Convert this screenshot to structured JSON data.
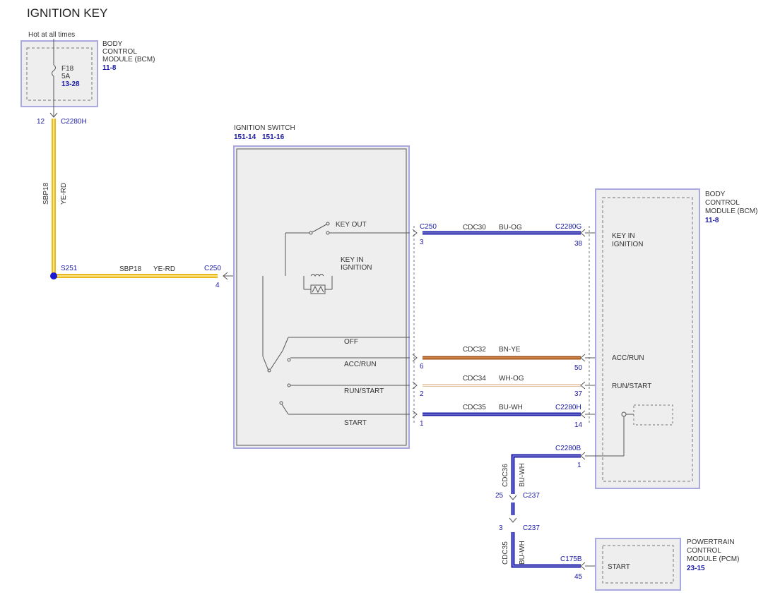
{
  "title": "IGNITION KEY",
  "hot_label": "Hot at all times",
  "bcm_top": {
    "line1": "BODY",
    "line2": "CONTROL",
    "line3": "MODULE (BCM)",
    "ref": "11-8"
  },
  "fuse": {
    "name": "F18",
    "rating": "5A",
    "ref": "13-28"
  },
  "c2280h_top": {
    "pin": "12",
    "conn": "C2280H"
  },
  "sbp18_vertical": {
    "circuit": "SBP18",
    "color": "YE-RD"
  },
  "splice": {
    "name": "S251"
  },
  "sbp18_horizontal": {
    "circuit": "SBP18",
    "color": "YE-RD",
    "conn": "C250",
    "pin": "4"
  },
  "ignition_switch": {
    "name": "IGNITION SWITCH",
    "ref1": "151-14",
    "ref2": "151-16"
  },
  "switch_labels": {
    "key_out": "KEY OUT",
    "key_in_1": "KEY IN",
    "key_in_2": "IGNITION",
    "off": "OFF",
    "acc_run": "ACC/RUN",
    "run_start": "RUN/START",
    "start": "START"
  },
  "wires": {
    "cdc30": {
      "circuit": "CDC30",
      "color": "BU-OG",
      "left_conn": "C250",
      "left_pin": "3",
      "right_conn": "C2280G",
      "right_pin": "38"
    },
    "cdc32": {
      "circuit": "CDC32",
      "color": "BN-YE",
      "left_pin": "6",
      "right_pin": "50"
    },
    "cdc34": {
      "circuit": "CDC34",
      "color": "WH-OG",
      "left_pin": "2",
      "right_pin": "37"
    },
    "cdc35": {
      "circuit": "CDC35",
      "color": "BU-WH",
      "left_pin": "1",
      "right_conn": "C2280H",
      "right_pin": "14"
    }
  },
  "bcm_right": {
    "line1": "BODY",
    "line2": "CONTROL",
    "line3": "MODULE (BCM)",
    "ref": "11-8",
    "key_in_1": "KEY IN",
    "key_in_2": "IGNITION",
    "acc_run": "ACC/RUN",
    "run_start": "RUN/START"
  },
  "c2280b": {
    "conn": "C2280B",
    "pin": "1"
  },
  "vert_wire_upper": {
    "circuit": "CDC36",
    "color": "BU-WH"
  },
  "c237_upper": {
    "pin": "25",
    "conn": "C237"
  },
  "c237_lower": {
    "pin": "3",
    "conn": "C237"
  },
  "vert_wire_lower": {
    "circuit": "CDC35",
    "color": "BU-WH"
  },
  "c175b": {
    "conn": "C175B",
    "pin": "45"
  },
  "pcm": {
    "line1": "POWERTRAIN",
    "line2": "CONTROL",
    "line3": "MODULE (PCM)",
    "ref": "23-15",
    "start": "START"
  }
}
